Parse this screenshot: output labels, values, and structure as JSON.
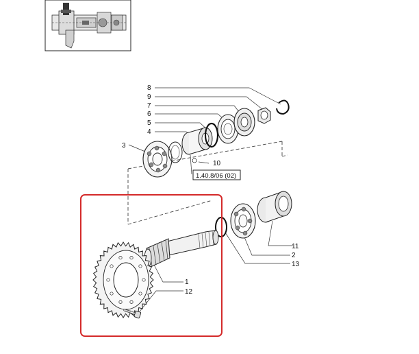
{
  "callouts": {
    "n8": "8",
    "n9": "9",
    "n7": "7",
    "n6": "6",
    "n5": "5",
    "n4": "4",
    "n3": "3",
    "n10": "10",
    "n11": "11",
    "n2": "2",
    "n13": "13",
    "n1": "1",
    "n12": "12"
  },
  "reference_box": {
    "label": "1.40.8/06 (02)"
  },
  "highlight_color": "#d42a2a"
}
